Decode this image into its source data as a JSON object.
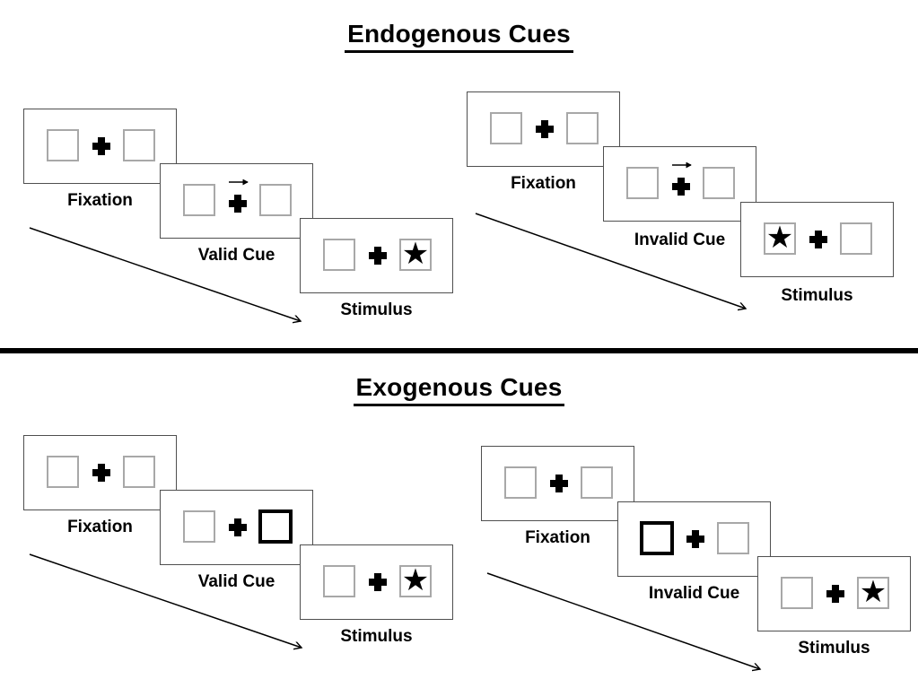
{
  "diagram": {
    "description_label": "Posner cueing paradigm diagram",
    "icons": {
      "star": "★"
    },
    "colors": {
      "background": "#ffffff",
      "text": "#000000",
      "panel_border": "#4f4f4f",
      "square_border": "#a8a8a8",
      "cued_square_border": "#000000",
      "divider": "#000000"
    },
    "endogenous": {
      "title": "Endogenous Cues",
      "valid": {
        "fixation_label": "Fixation",
        "cue_label": "Valid Cue",
        "stimulus_label": "Stimulus",
        "cue_type": "central-arrow",
        "cue_direction": "right",
        "stimulus_star_side": "right"
      },
      "invalid": {
        "fixation_label": "Fixation",
        "cue_label": "Invalid Cue",
        "stimulus_label": "Stimulus",
        "cue_type": "central-arrow",
        "cue_direction": "right",
        "stimulus_star_side": "left"
      }
    },
    "exogenous": {
      "title": "Exogenous Cues",
      "valid": {
        "fixation_label": "Fixation",
        "cue_label": "Valid Cue",
        "stimulus_label": "Stimulus",
        "cue_type": "peripheral-box-highlight",
        "cued_side": "right",
        "stimulus_star_side": "right"
      },
      "invalid": {
        "fixation_label": "Fixation",
        "cue_label": "Invalid Cue",
        "stimulus_label": "Stimulus",
        "cue_type": "peripheral-box-highlight",
        "cued_side": "left",
        "stimulus_star_side": "right"
      }
    }
  }
}
